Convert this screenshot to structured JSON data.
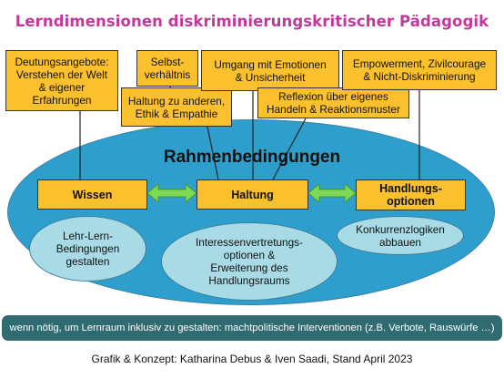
{
  "title": "Lerndimensionen diskriminierungskritischer Pädagogik",
  "top_boxes": {
    "deutung": "Deutungsangebote:\nVerstehen der Welt\n& eigener\nErfahrungen",
    "selbst": "Selbst-\nverhältnis",
    "haltung_andere": "Haltung zu anderen,\nEthik & Empathie",
    "emotionen": "Umgang mit Emotionen\n& Unsicherheit",
    "reflexion": "Reflexion über eigenes\nHandeln & Reaktionsmuster",
    "empowerment": "Empowerment, Zivilcourage\n& Nicht-Diskriminierung"
  },
  "rahmen": "Rahmenbedingungen",
  "core": {
    "wissen": "Wissen",
    "haltung": "Haltung",
    "handlung": "Handlungs-\noptionen"
  },
  "inner": {
    "lehr": "Lehr-Lern-\nBedingungen\ngestalten",
    "interessen": "Interessenvertretungs-\noptionen &\nErweiterung des\nHandlungsraums",
    "konkurrenz": "Konkurrenzlogiken\nabbauen"
  },
  "banner": "wenn nötig, um Lernraum inklusiv zu gestalten: machtpolitische Interventionen (z.B. Verbote, Rauswürfe …)",
  "credit": "Grafik & Konzept: Katharina Debus & Iven Saadi, Stand April 2023",
  "colors": {
    "title": "#c0399a",
    "box": "#fbc02d",
    "ellipse": "#2e9fcd",
    "inner": "#a8dbe6",
    "arrow": "#7ed957",
    "banner": "#2f6b70"
  }
}
